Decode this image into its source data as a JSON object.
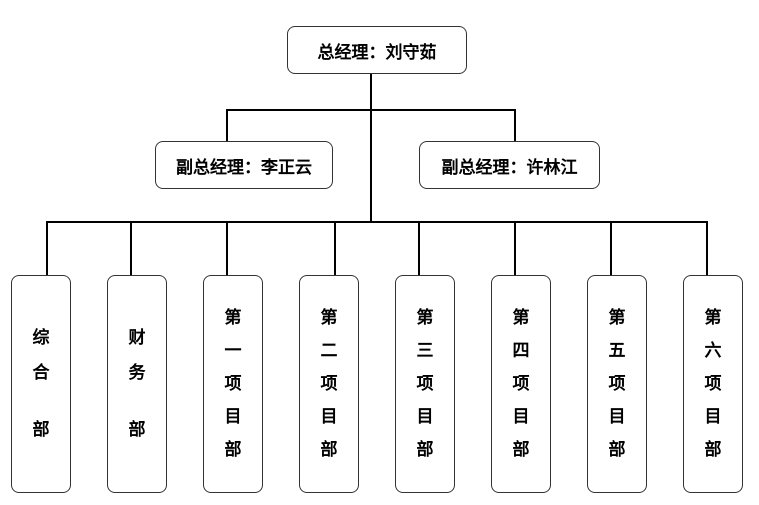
{
  "root": {
    "label": "总经理：刘守茹"
  },
  "deputies": [
    {
      "label": "副总经理：李正云"
    },
    {
      "label": "副总经理：许林江"
    }
  ],
  "departments": [
    {
      "label": "综合部",
      "chars": [
        "综",
        "合",
        "部"
      ]
    },
    {
      "label": "财务部",
      "chars": [
        "财",
        "务",
        "部"
      ]
    },
    {
      "label": "第一项目部",
      "chars": [
        "第",
        "一",
        "项",
        "目",
        "部"
      ]
    },
    {
      "label": "第二项目部",
      "chars": [
        "第",
        "二",
        "项",
        "目",
        "部"
      ]
    },
    {
      "label": "第三项目部",
      "chars": [
        "第",
        "三",
        "项",
        "目",
        "部"
      ]
    },
    {
      "label": "第四项目部",
      "chars": [
        "第",
        "四",
        "项",
        "目",
        "部"
      ]
    },
    {
      "label": "第五项目部",
      "chars": [
        "第",
        "五",
        "项",
        "目",
        "部"
      ]
    },
    {
      "label": "第六项目部",
      "chars": [
        "第",
        "六",
        "项",
        "目",
        "部"
      ]
    }
  ]
}
